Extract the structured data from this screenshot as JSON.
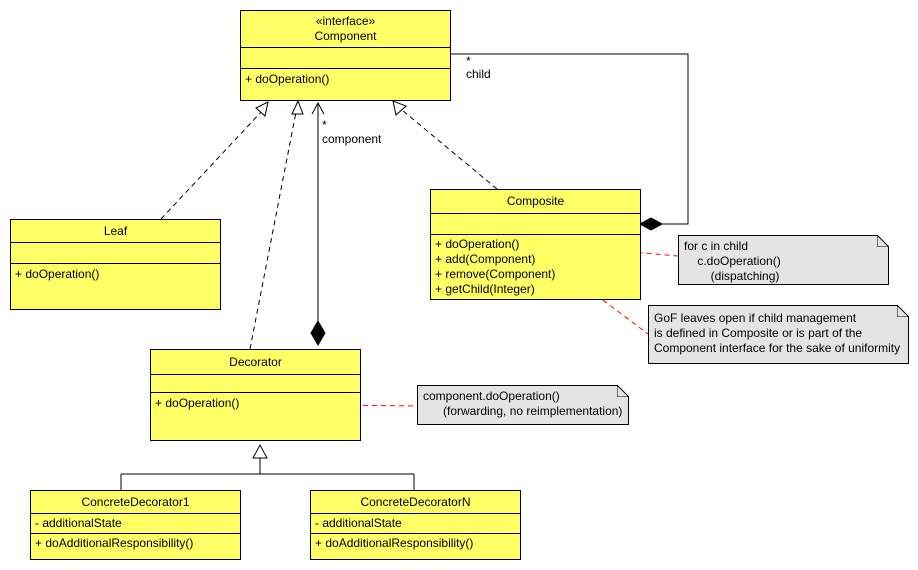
{
  "component": {
    "stereotype": "«interface»",
    "name": "Component",
    "operations": [
      "+ doOperation()"
    ]
  },
  "leaf": {
    "name": "Leaf",
    "operations": [
      "+ doOperation()"
    ]
  },
  "composite": {
    "name": "Composite",
    "operations": [
      "+ doOperation()",
      "+ add(Component)",
      "+ remove(Component)",
      "+ getChild(Integer)"
    ]
  },
  "decorator": {
    "name": "Decorator",
    "operations": [
      "+ doOperation()"
    ]
  },
  "concrete_decorator_1": {
    "name": "ConcreteDecorator1",
    "attributes": [
      "- additionalState"
    ],
    "operations": [
      "+ doAdditionalResponsibility()"
    ]
  },
  "concrete_decorator_n": {
    "name": "ConcreteDecoratorN",
    "attributes": [
      "- additionalState"
    ],
    "operations": [
      "+ doAdditionalResponsibility()"
    ]
  },
  "edges": {
    "child_multiplicity": "*",
    "child_role": "child",
    "component_multiplicity": "*",
    "component_role": "component"
  },
  "notes": {
    "composite_dispatch": [
      "for c in child",
      "    c.doOperation()",
      "        (dispatching)"
    ],
    "gof": [
      "GoF leaves open if child management",
      "is defined in Composite or is part of the",
      "Component interface for the sake of uniformity"
    ],
    "decorator_forward": [
      "component.doOperation()",
      "      (forwarding, no reimplementation)"
    ]
  },
  "colors": {
    "class_fill": "#ffff66",
    "note_fill": "#e4e4e4",
    "note_link": "#ff0000"
  }
}
